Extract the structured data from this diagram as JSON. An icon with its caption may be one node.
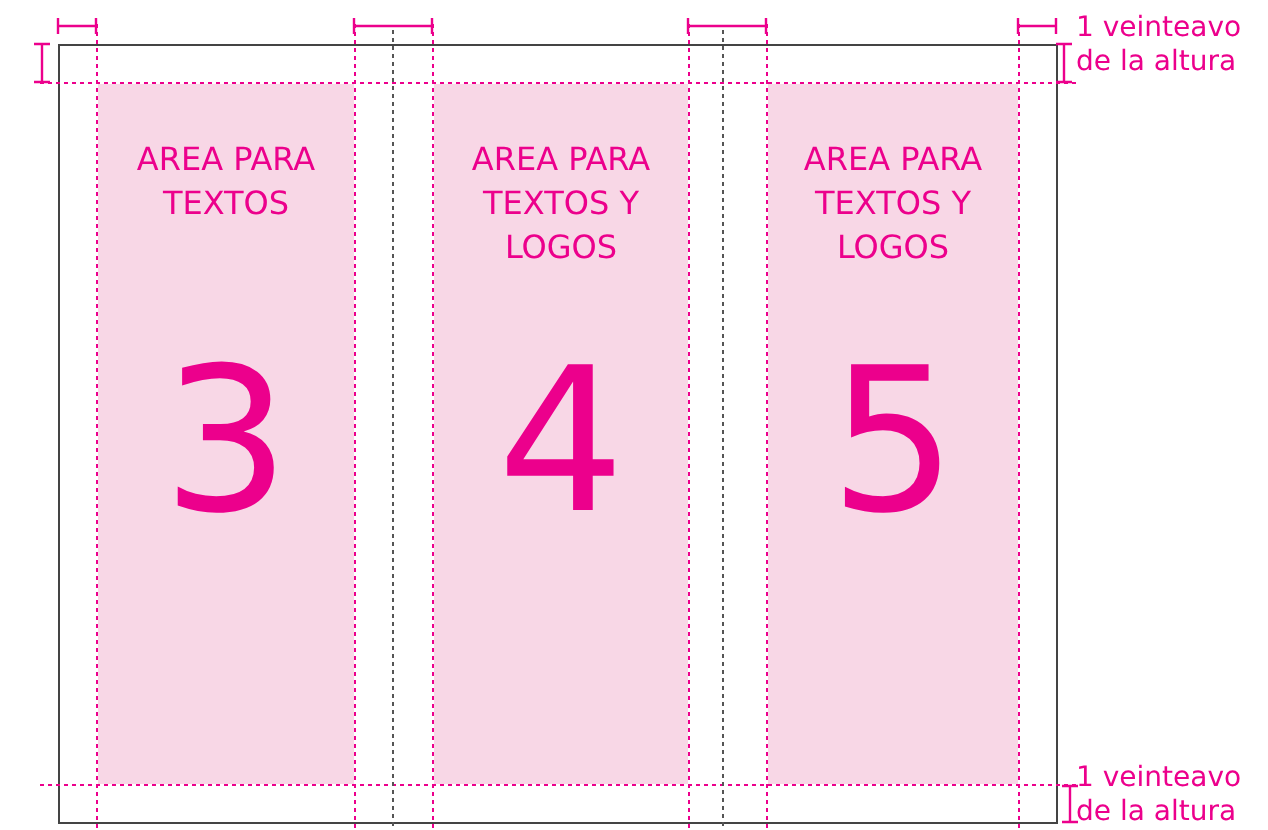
{
  "diagram": {
    "nodes": [
      {
        "text": [
          "AREA PARA TEXTOS",
          "3"
        ]
      },
      {
        "text": [
          "AREA PARA TEXTOS Y LOGOS",
          "4"
        ]
      },
      {
        "text": [
          "AREA PARA TEXTOS Y LOGOS",
          "5"
        ]
      }
    ],
    "labels": [
      "1 veinteavo de la altura",
      "1 veinteavo de la altura"
    ]
  }
}
